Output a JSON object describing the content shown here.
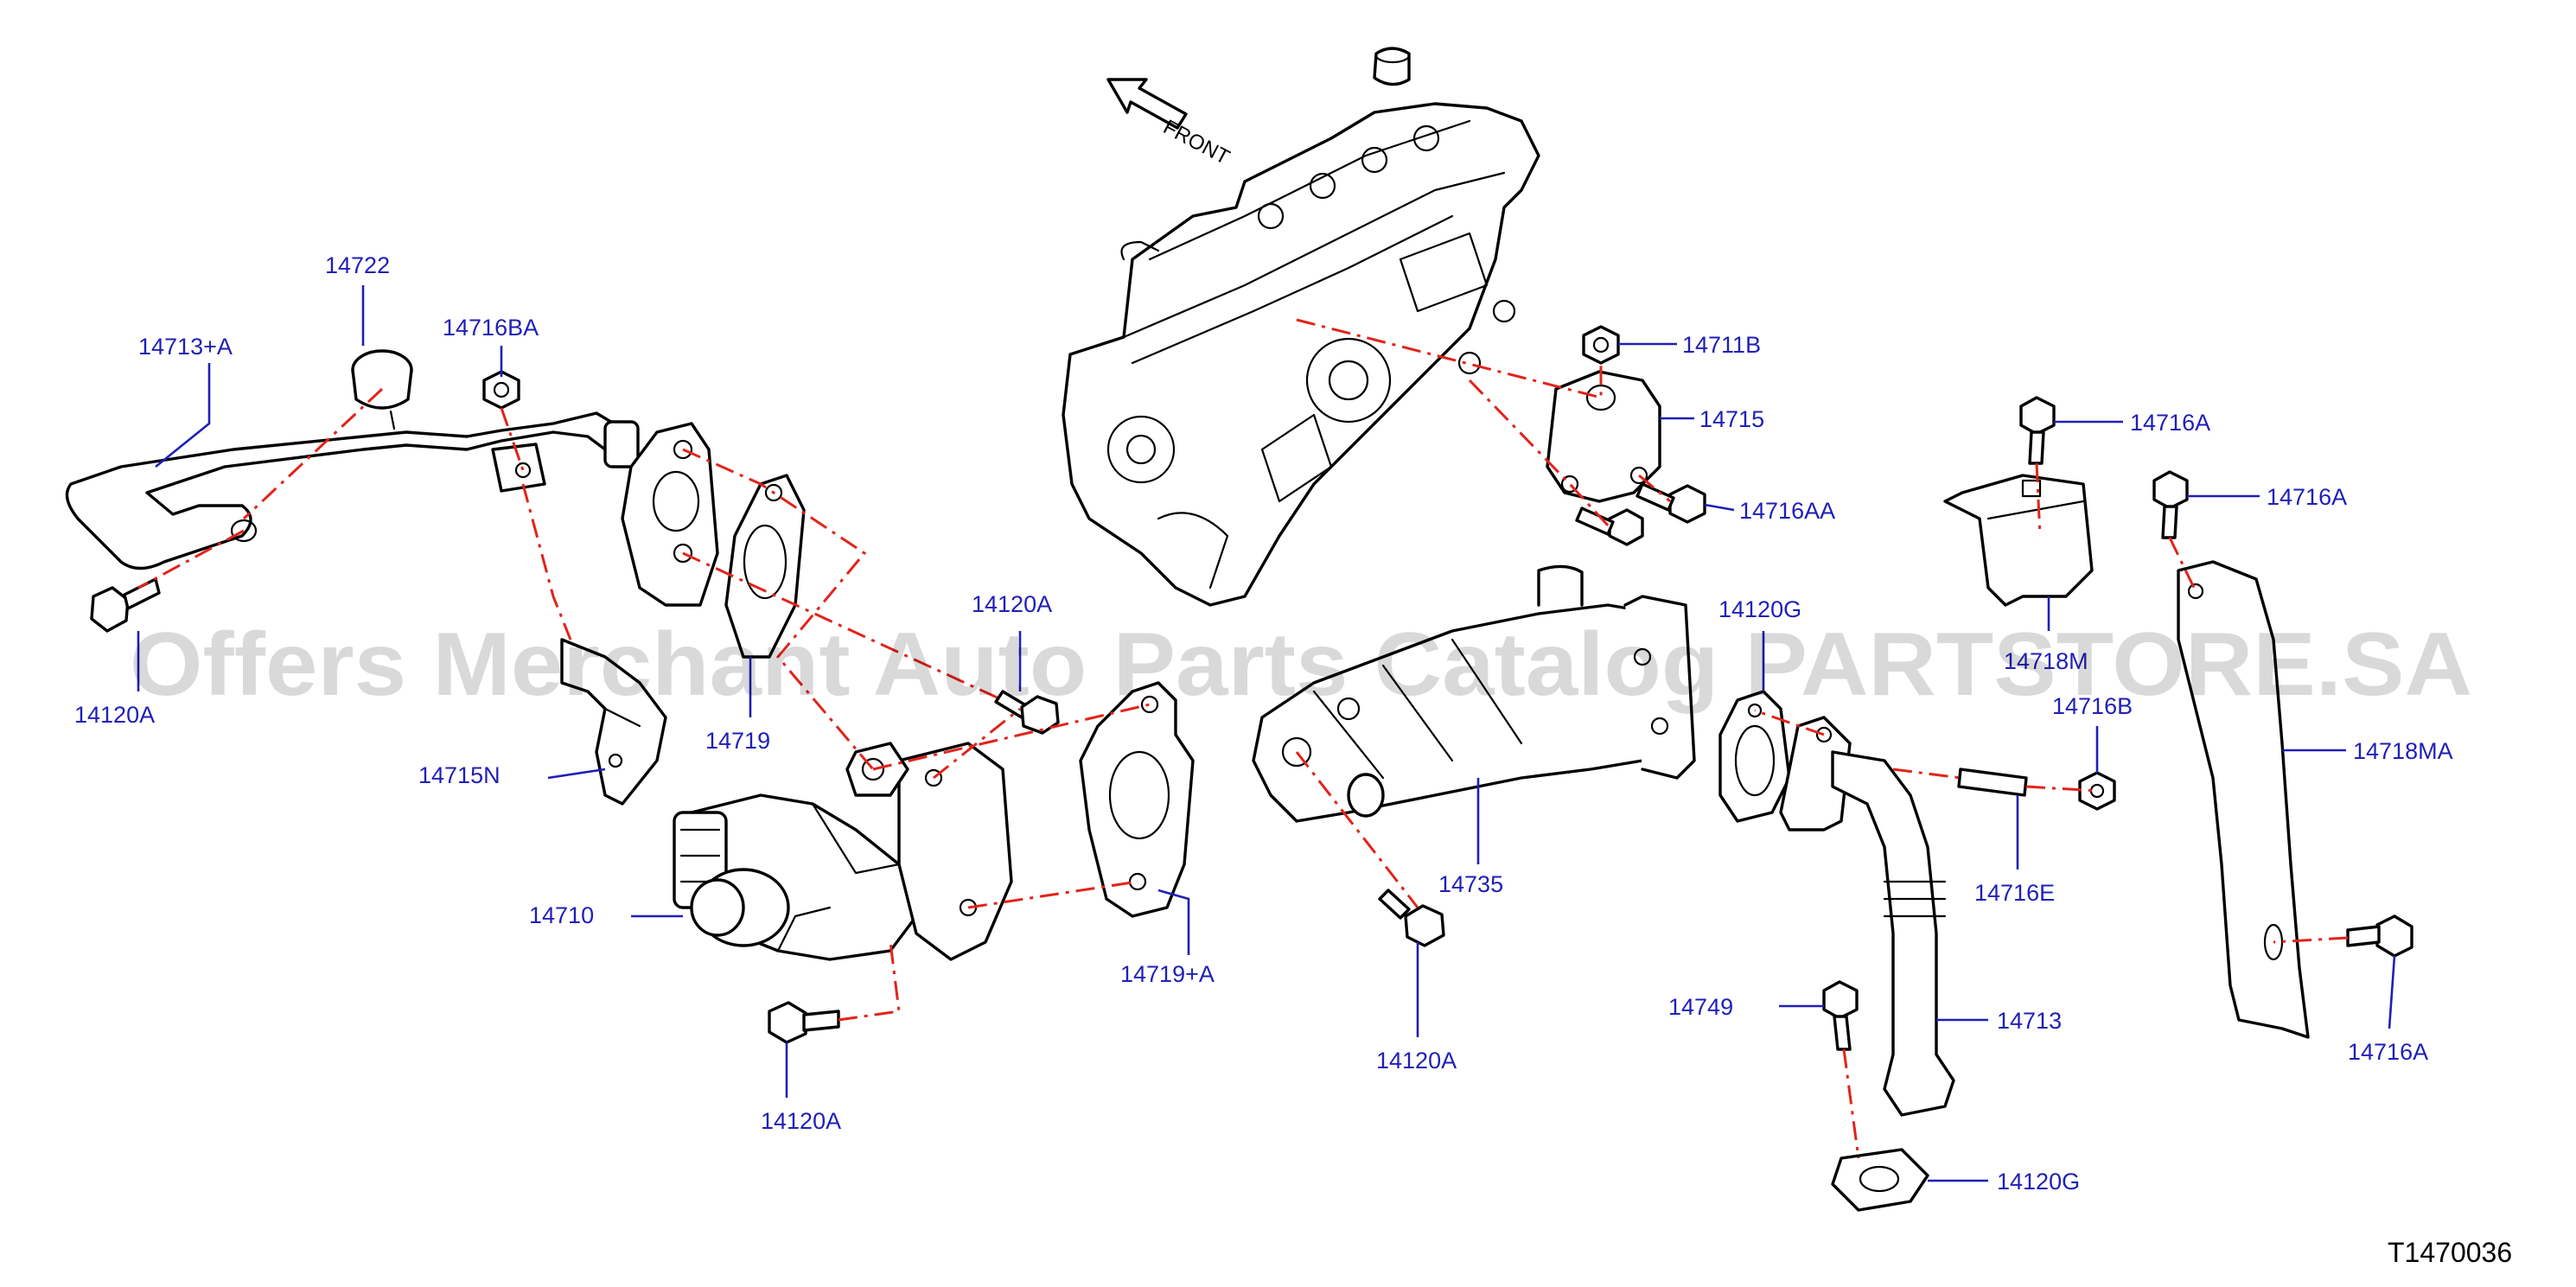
{
  "diagram": {
    "front_label": "FRONT",
    "figure_code": "T1470036",
    "watermark": "Offers Merchant Auto Parts Catalog PARTSTORE.SA",
    "label_color": "#1f1fb8",
    "leader_line_color": "#e2231a"
  },
  "callouts": [
    {
      "id": "c1",
      "text": "14722"
    },
    {
      "id": "c2",
      "text": "14713+A"
    },
    {
      "id": "c3",
      "text": "14716BA"
    },
    {
      "id": "c4",
      "text": "14120A"
    },
    {
      "id": "c5",
      "text": "14715N"
    },
    {
      "id": "c6",
      "text": "14719"
    },
    {
      "id": "c7",
      "text": "14120A"
    },
    {
      "id": "c8",
      "text": "14710"
    },
    {
      "id": "c9",
      "text": "14120A"
    },
    {
      "id": "c10",
      "text": "14719+A"
    },
    {
      "id": "c11",
      "text": "14711B"
    },
    {
      "id": "c12",
      "text": "14715"
    },
    {
      "id": "c13",
      "text": "14716AA"
    },
    {
      "id": "c14",
      "text": "14120G"
    },
    {
      "id": "c15",
      "text": "14735"
    },
    {
      "id": "c16",
      "text": "14120A"
    },
    {
      "id": "c17",
      "text": "14716A"
    },
    {
      "id": "c18",
      "text": "14716A"
    },
    {
      "id": "c19",
      "text": "14718M"
    },
    {
      "id": "c20",
      "text": "14716B"
    },
    {
      "id": "c21",
      "text": "14718MA"
    },
    {
      "id": "c22",
      "text": "14716E"
    },
    {
      "id": "c23",
      "text": "14749"
    },
    {
      "id": "c24",
      "text": "14713"
    },
    {
      "id": "c25",
      "text": "14716A"
    },
    {
      "id": "c26",
      "text": "14120G"
    }
  ]
}
